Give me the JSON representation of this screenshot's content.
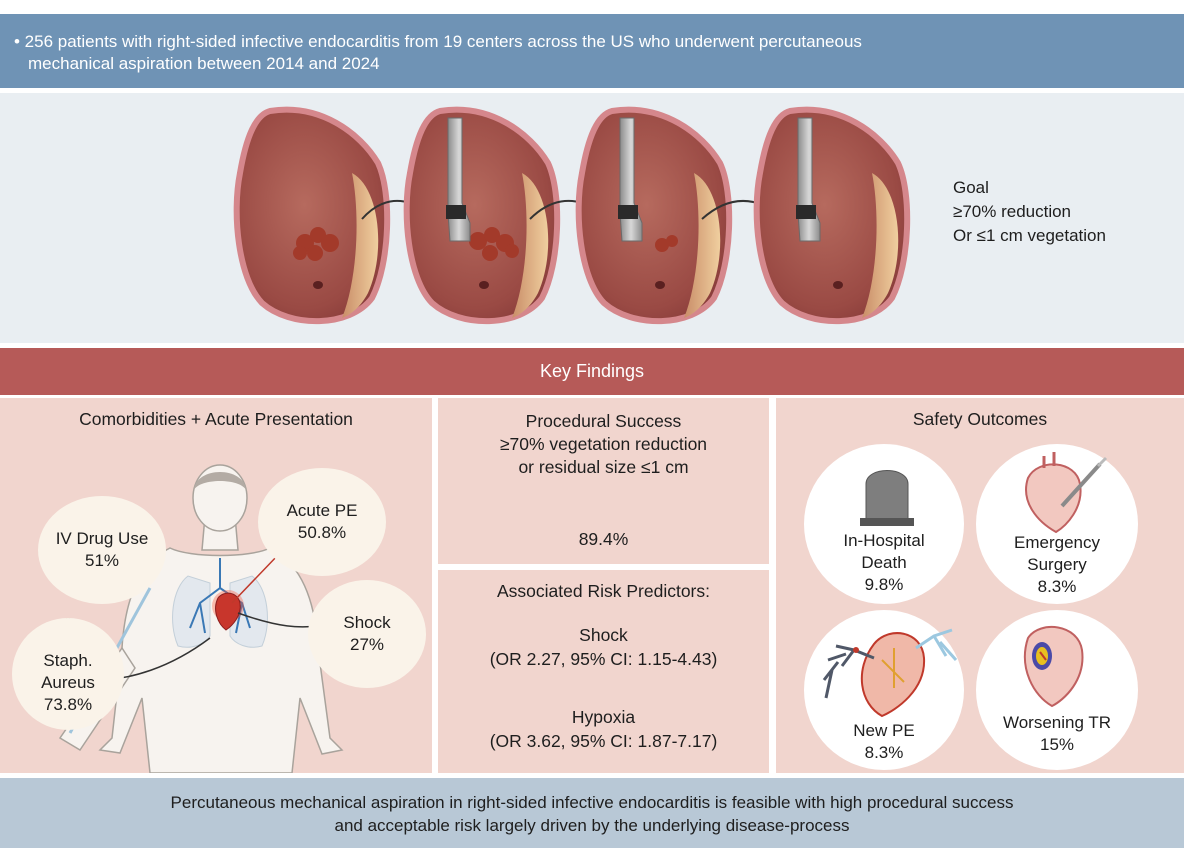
{
  "header": {
    "line1": "• 256 patients with right-sided infective endocarditis from 19 centers across the US who underwent percutaneous",
    "line2": "mechanical aspiration between 2014 and 2024"
  },
  "goal": {
    "title": "Goal",
    "line1": "≥70% reduction",
    "line2": "Or ≤1 cm vegetation"
  },
  "key_findings": "Key Findings",
  "comorbidities": {
    "title": "Comorbidities + Acute Presentation",
    "iv_drug": {
      "label": "IV Drug Use",
      "value": "51%"
    },
    "acute_pe": {
      "label": "Acute PE",
      "value": "50.8%"
    },
    "shock": {
      "label": "Shock",
      "value": "27%"
    },
    "staph": {
      "label1": "Staph.",
      "label2": "Aureus",
      "value": "73.8%"
    }
  },
  "procedural": {
    "line1": "Procedural Success",
    "line2": "≥70% vegetation reduction",
    "line3": "or residual size ≤1 cm",
    "value": "89.4%"
  },
  "risk": {
    "title": "Associated Risk Predictors:",
    "shock_label": "Shock",
    "shock_or": "(OR 2.27, 95% CI: 1.15-4.43)",
    "hypoxia_label": "Hypoxia",
    "hypoxia_or": "(OR 3.62, 95% CI: 1.87-7.17)"
  },
  "safety": {
    "title": "Safety Outcomes",
    "death": {
      "label1": "In-Hospital",
      "label2": "Death",
      "value": "9.8%"
    },
    "surgery": {
      "label1": "Emergency",
      "label2": "Surgery",
      "value": "8.3%"
    },
    "pe": {
      "label": "New PE",
      "value": "8.3%"
    },
    "tr": {
      "label": "Worsening TR",
      "value": "15%"
    }
  },
  "footer": {
    "line1": "Percutaneous mechanical aspiration in right-sided infective endocarditis is feasible with high procedural success",
    "line2": "and acceptable risk largely driven by the underlying disease-process"
  },
  "colors": {
    "header": "#6f93b5",
    "key_findings": "#b65a58",
    "panel": "#f1d5ce",
    "footer": "#b8c8d6"
  }
}
